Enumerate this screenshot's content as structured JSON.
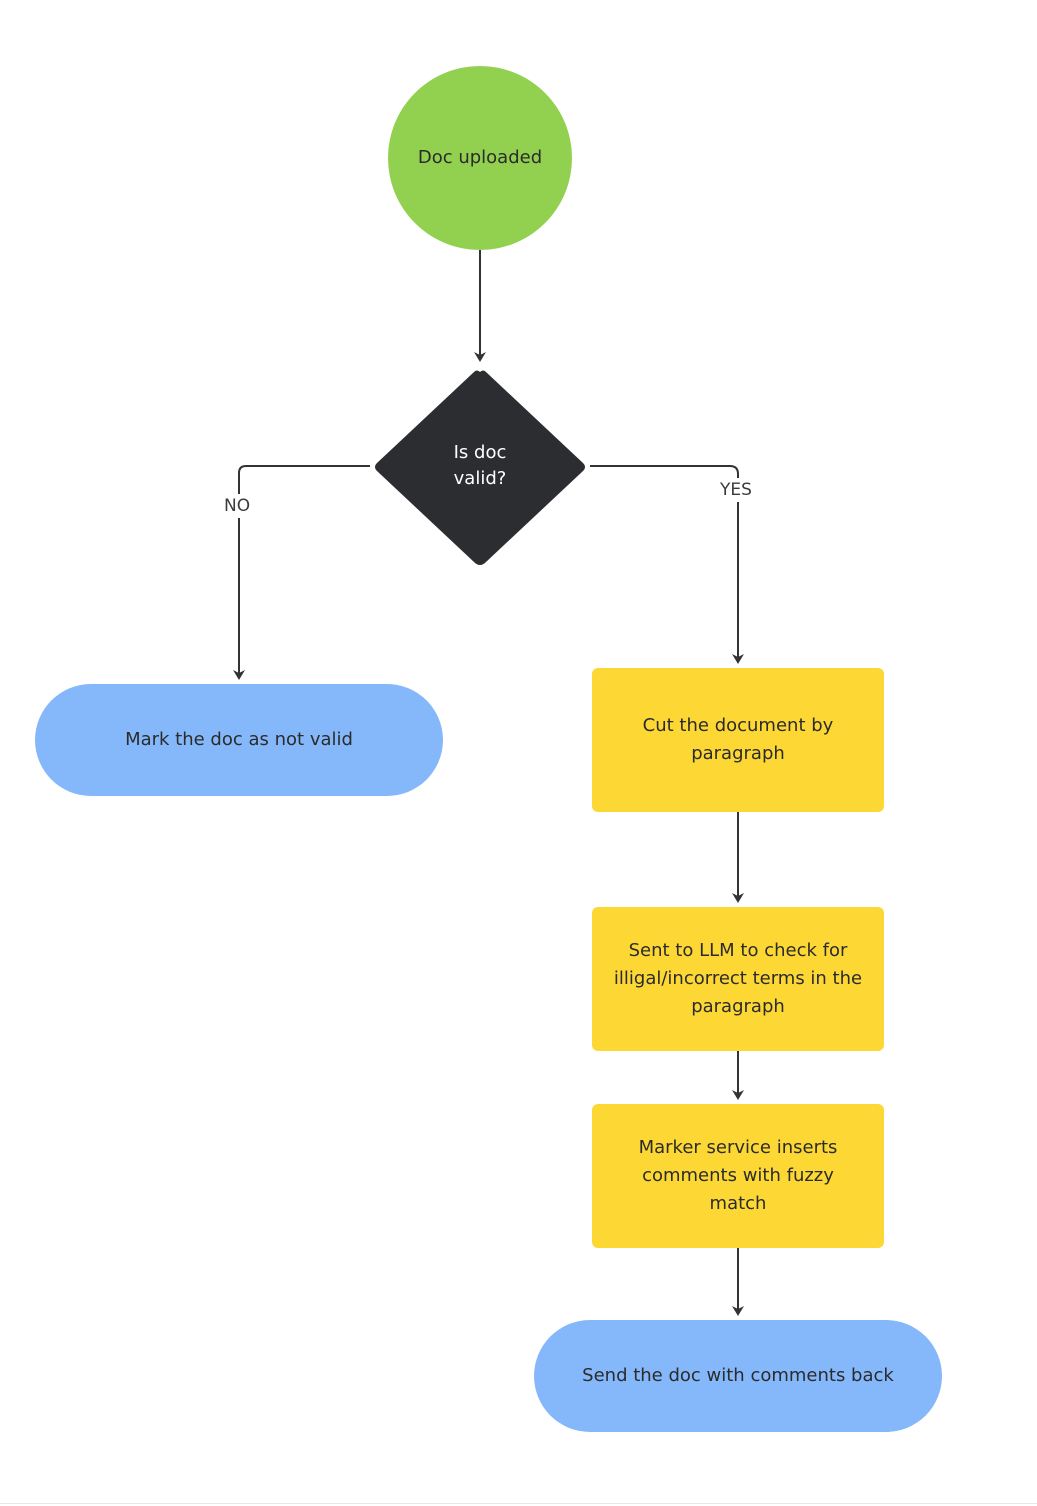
{
  "colors": {
    "start": "#92d050",
    "decision": "#2b2d31",
    "process": "#fdd835",
    "terminal": "#85b8fb",
    "line": "#333333"
  },
  "nodes": {
    "start": "Doc uploaded",
    "decision": "Is doc valid?",
    "not_valid": "Mark the doc as not valid",
    "step1": "Cut the document by paragraph",
    "step2": "Sent to LLM to check for illigal/incorrect terms in the paragraph",
    "step3": "Marker service inserts comments with fuzzy match",
    "end": "Send the doc with comments back"
  },
  "edges": {
    "no_label": "NO",
    "yes_label": "YES"
  }
}
